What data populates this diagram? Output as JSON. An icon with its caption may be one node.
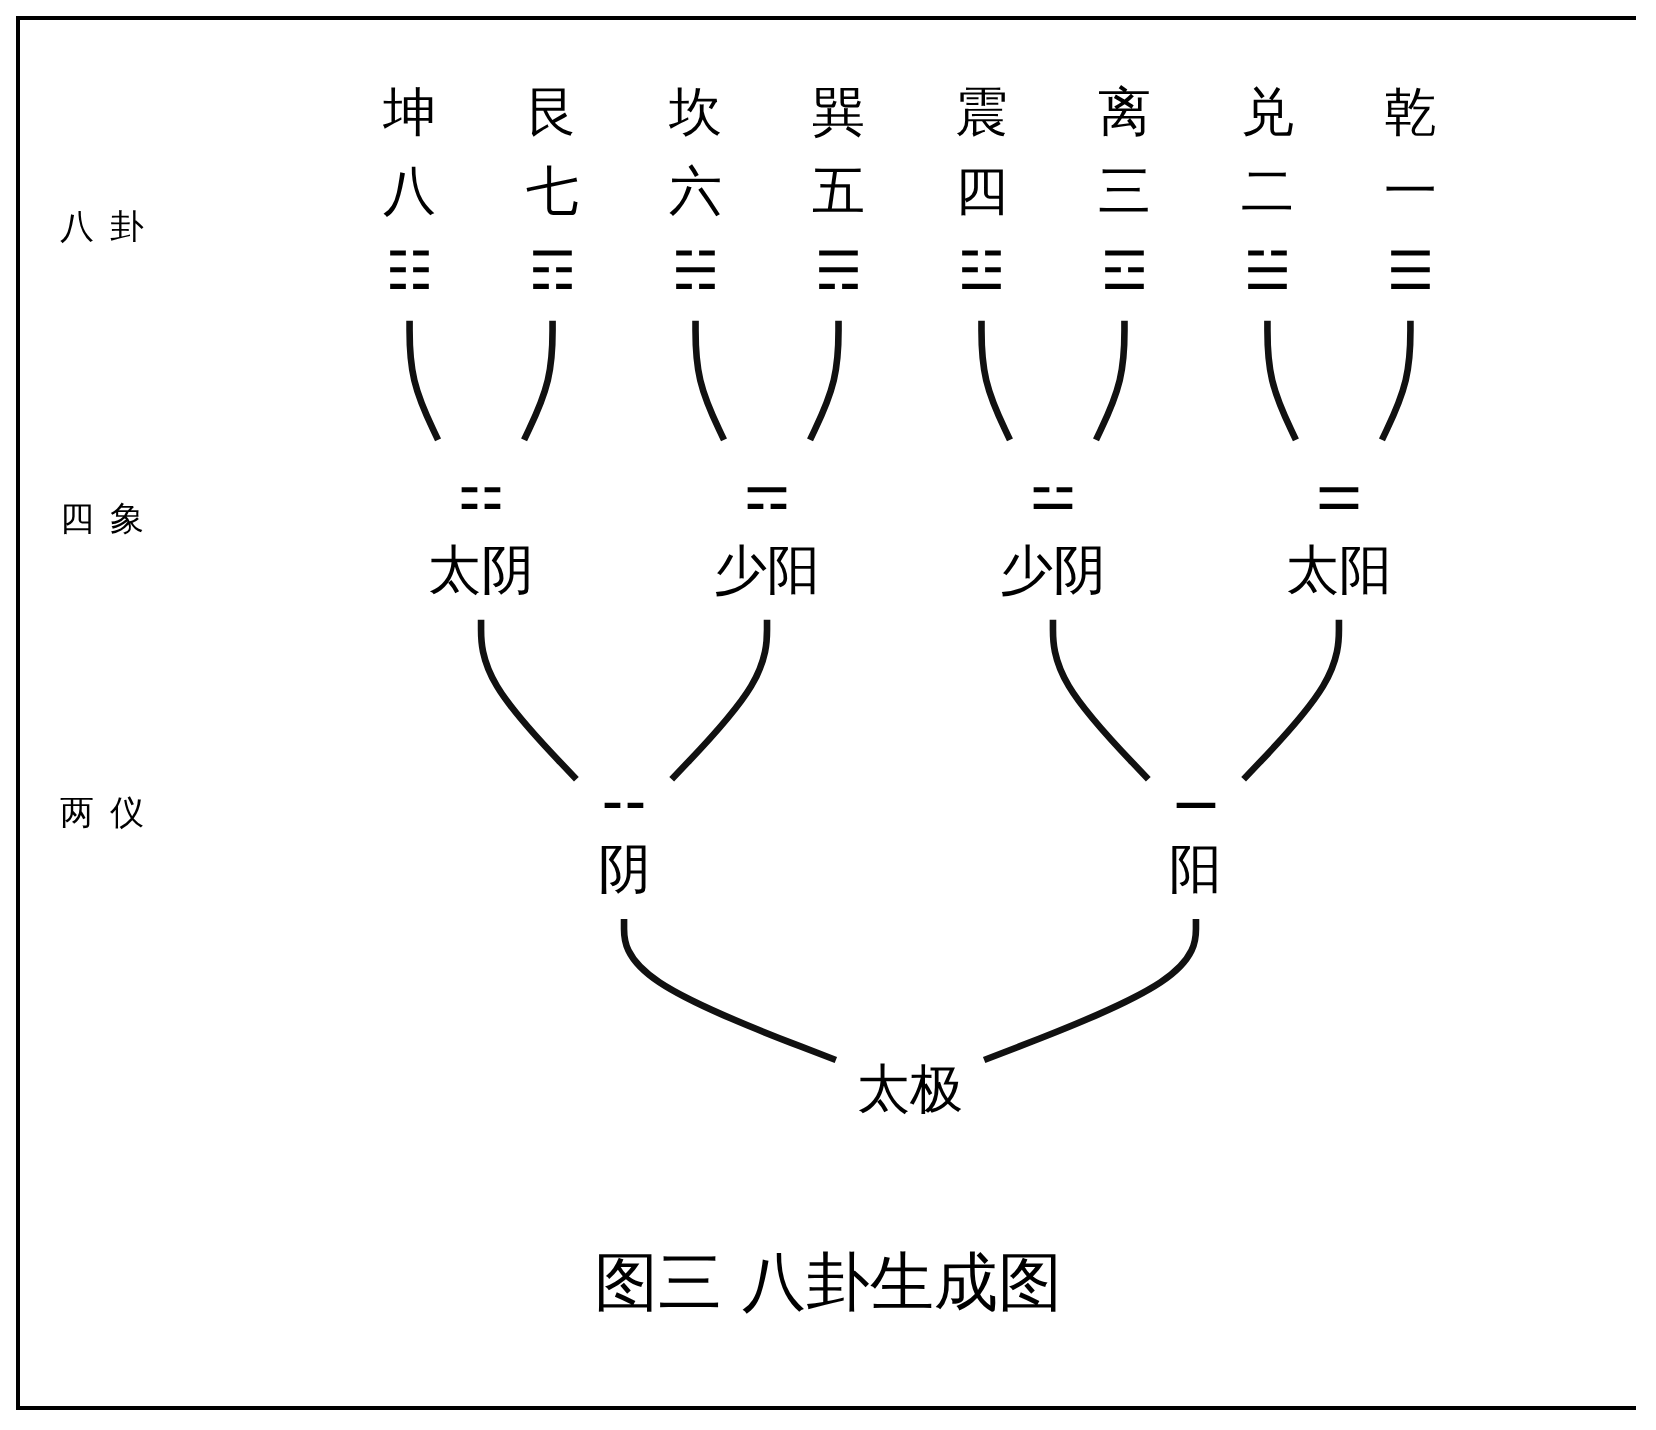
{
  "diagram": {
    "caption": "图三 八卦生成图",
    "nodes": [
      {
        "text": [
          "坤",
          "八",
          "☷"
        ]
      },
      {
        "text": [
          "艮",
          "七",
          "☶"
        ]
      },
      {
        "text": [
          "坎",
          "六",
          "☵"
        ]
      },
      {
        "text": [
          "巽",
          "五",
          "☴"
        ]
      },
      {
        "text": [
          "震",
          "四",
          "☳"
        ]
      },
      {
        "text": [
          "离",
          "三",
          "☲"
        ]
      },
      {
        "text": [
          "兑",
          "二",
          "☱"
        ]
      },
      {
        "text": [
          "乾",
          "一",
          "☰"
        ]
      },
      {
        "text": [
          "⚏",
          "太阴"
        ]
      },
      {
        "text": [
          "⚎",
          "少阳"
        ]
      },
      {
        "text": [
          "⚍",
          "少阴"
        ]
      },
      {
        "text": [
          "⚌",
          "太阳"
        ]
      },
      {
        "text": [
          "⚋",
          "阴"
        ]
      },
      {
        "text": [
          "⚊",
          "阳"
        ]
      },
      {
        "text": [
          "太极"
        ]
      }
    ],
    "edges": [
      {
        "from": 14,
        "to": 12,
        "arrow": "none"
      },
      {
        "from": 14,
        "to": 13,
        "arrow": "none"
      },
      {
        "from": 12,
        "to": 8,
        "arrow": "none"
      },
      {
        "from": 12,
        "to": 9,
        "arrow": "none"
      },
      {
        "from": 13,
        "to": 10,
        "arrow": "none"
      },
      {
        "from": 13,
        "to": 11,
        "arrow": "none"
      },
      {
        "from": 8,
        "to": 0,
        "arrow": "none"
      },
      {
        "from": 8,
        "to": 1,
        "arrow": "none"
      },
      {
        "from": 9,
        "to": 2,
        "arrow": "none"
      },
      {
        "from": 9,
        "to": 3,
        "arrow": "none"
      },
      {
        "from": 10,
        "to": 4,
        "arrow": "none"
      },
      {
        "from": 10,
        "to": 5,
        "arrow": "none"
      },
      {
        "from": 11,
        "to": 6,
        "arrow": "none"
      },
      {
        "from": 11,
        "to": 7,
        "arrow": "none"
      }
    ],
    "labels": [
      "八卦",
      "四象",
      "两仪"
    ]
  }
}
